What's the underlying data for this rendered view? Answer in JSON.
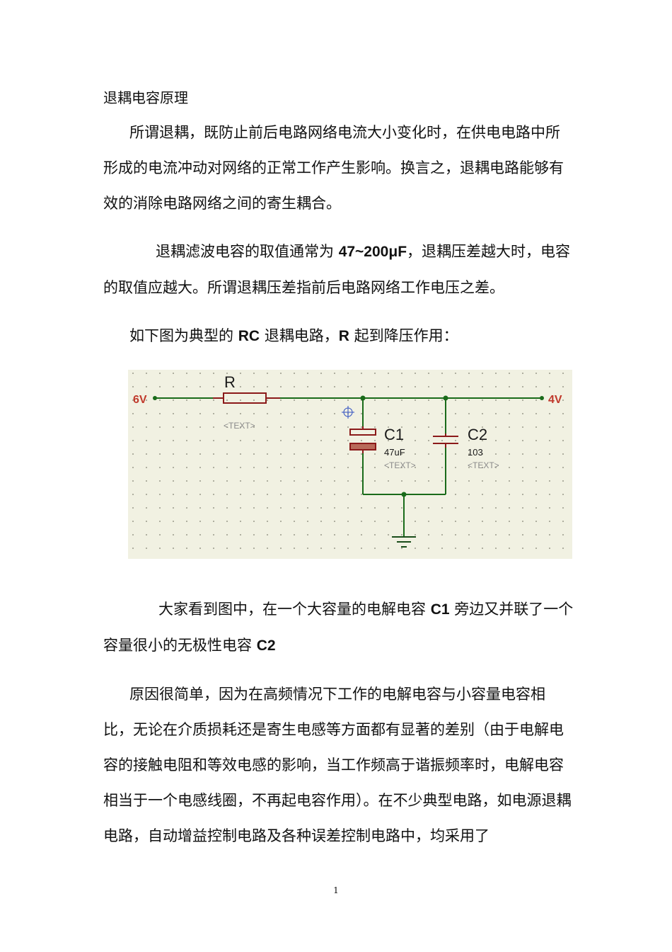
{
  "title": "退耦电容原理",
  "para1": "所谓退耦，既防止前后电路网络电流大小变化时，在供电电路中所形成的电流冲动对网络的正常工作产生影响。换言之，退耦电路能够有效的消除电路网络之间的寄生耦合。",
  "para2": {
    "pre": "退耦滤波电容的取值通常为 ",
    "value": "47~200μF",
    "post": "，退耦压差越大时，电容的取值应越大。所谓退耦压差指前后电路网络工作电压之差。"
  },
  "para3": {
    "pre": "如下图为典型的 ",
    "rc": "RC",
    "mid": " 退耦电路，",
    "r": "R",
    "post": " 起到降压作用："
  },
  "circuit": {
    "input_label": "6V",
    "output_label": "4V",
    "resistor_name": "R",
    "resistor_text": "<TEXT>",
    "c1_name": "C1",
    "c1_value": "47uF",
    "c1_text": "<TEXT>",
    "c2_name": "C2",
    "c2_value": "103",
    "c2_text": "<TEXT>",
    "colors": {
      "wire": "#1a6b1a",
      "component": "#8b1a1a",
      "label": "#c0392b",
      "grid": "#9a9a8a",
      "background": "#f1f1e2"
    }
  },
  "para4": {
    "pre": "大家看到图中，在一个大容量的电解电容 ",
    "c1": "C1",
    "mid": " 旁边又并联了一个容量很小的无极性电容 ",
    "c2": "C2"
  },
  "para5": "原因很简单，因为在高频情况下工作的电解电容与小容量电容相比，无论在介质损耗还是寄生电感等方面都有显著的差别（由于电解电容的接触电阻和等效电感的影响，当工作频高于谐振频率时，电解电容相当于一个电感线圈，不再起电容作用）。在不少典型电路，如电源退耦电路，自动增益控制电路及各种误差控制电路中，均采用了",
  "page_number": "1"
}
